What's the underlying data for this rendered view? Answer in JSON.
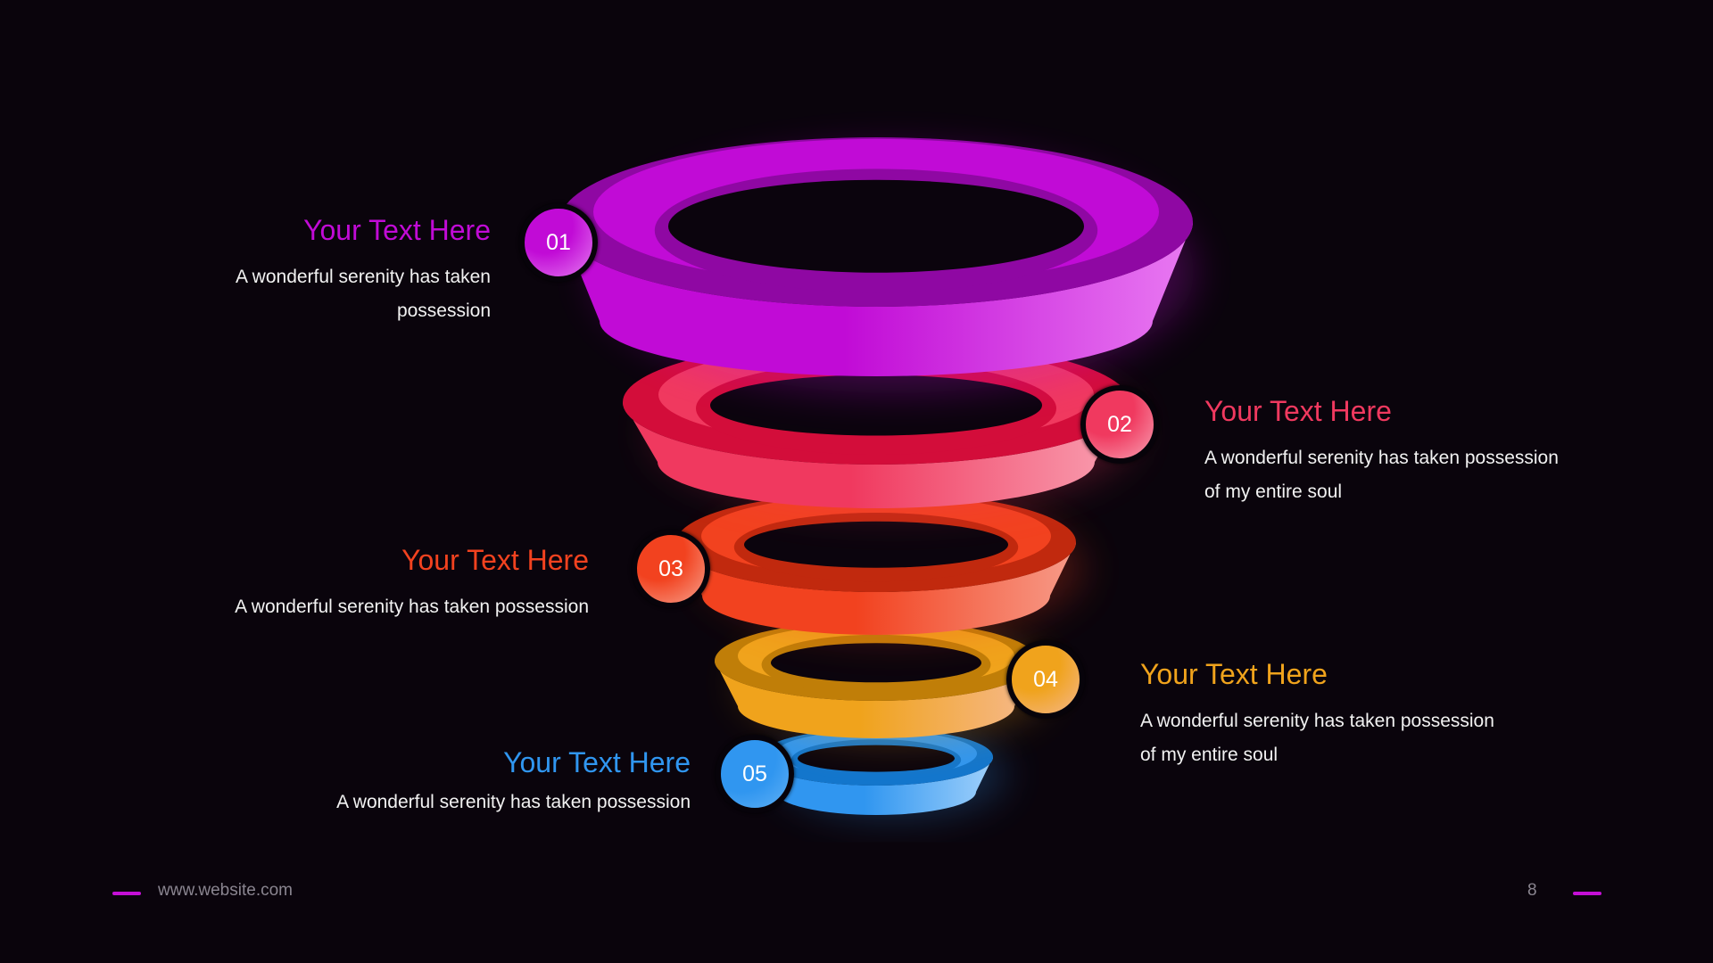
{
  "slide": {
    "page_number": "8",
    "website": "www.website.com",
    "accent_color": "#c40fd6",
    "background_color": "#0a040c"
  },
  "funnel": {
    "stages": [
      {
        "number": "01",
        "title": "Your Text Here",
        "description_lines": [
          "A wonderful serenity has taken",
          "possession"
        ],
        "side": "left",
        "color": "#c10bd6",
        "rim_color": "#8f08a3",
        "light_color": "#e97af2"
      },
      {
        "number": "02",
        "title": "Your Text Here",
        "description_lines": [
          "A wonderful serenity has taken possession",
          "of  my entire soul"
        ],
        "side": "right",
        "color": "#f0395f",
        "rim_color": "#d30d3a",
        "light_color": "#f9a2b3"
      },
      {
        "number": "03",
        "title": "Your Text Here",
        "description_lines": [
          "A wonderful serenity has taken possession"
        ],
        "side": "left",
        "color": "#f2421f",
        "rim_color": "#c1290e",
        "light_color": "#f79b89"
      },
      {
        "number": "04",
        "title": "Your Text Here",
        "description_lines": [
          "A wonderful serenity has taken possession",
          "of  my entire soul"
        ],
        "side": "right",
        "color": "#f0a31c",
        "rim_color": "#c07e08",
        "light_color": "#f6b98e"
      },
      {
        "number": "05",
        "title": "Your Text Here",
        "description_lines": [
          "A wonderful serenity has taken possession"
        ],
        "side": "left",
        "color": "#3096f0",
        "rim_color": "#1376cc",
        "light_color": "#9fd0fb"
      }
    ]
  }
}
